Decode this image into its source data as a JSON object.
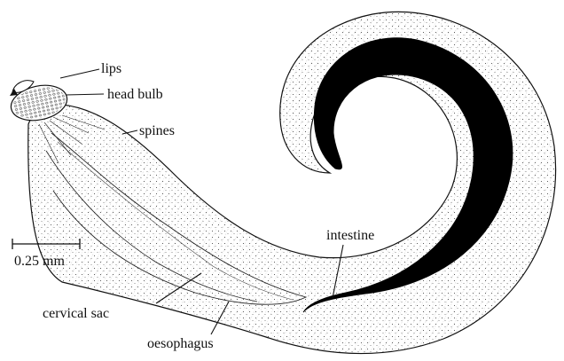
{
  "labels": {
    "lips": "lips",
    "head_bulb": "head bulb",
    "spines": "spines",
    "intestine": "intestine",
    "cervical_sac": "cervical sac",
    "oesophagus": "oesophagus"
  },
  "scale_bar": {
    "label": "0.25 mm"
  },
  "colors": {
    "ink": "#111111",
    "intestine_fill": "#000000",
    "background": "#ffffff"
  }
}
